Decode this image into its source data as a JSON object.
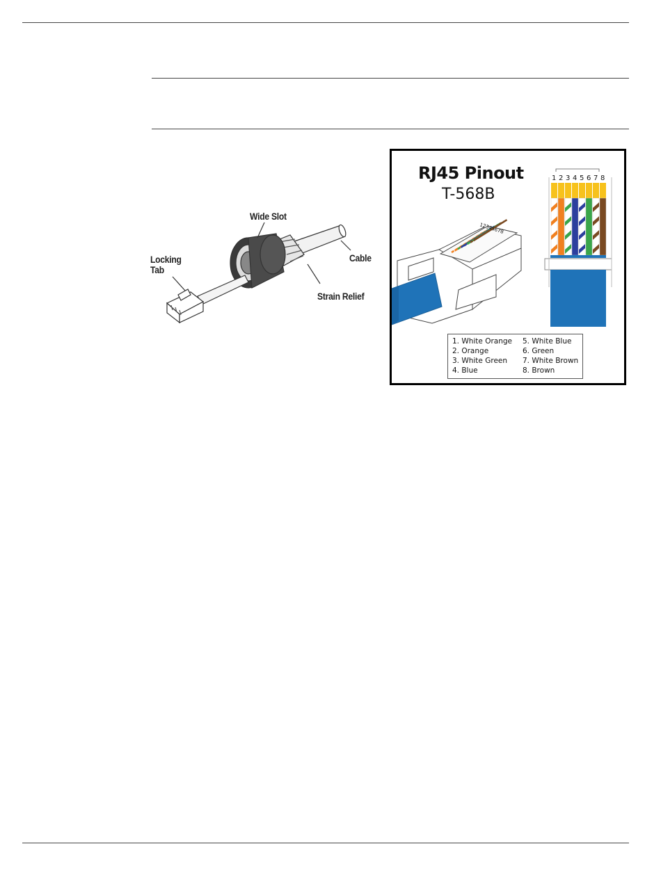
{
  "connector_figure": {
    "callouts": {
      "wide_slot": "Wide Slot",
      "locking_tab": "Locking\nTab",
      "cable": "Cable",
      "strain_relief": "Strain Relief"
    }
  },
  "pinout": {
    "title": "RJ45 Pinout",
    "subtitle": "T-568B",
    "pin_numbers": [
      "1",
      "2",
      "3",
      "4",
      "5",
      "6",
      "7",
      "8"
    ],
    "plug_pin_numbers": "12345678",
    "legend": [
      "1. White Orange",
      "2. Orange",
      "3. White Green",
      "4. Blue",
      "5. White Blue",
      "6. Green",
      "7. White Brown",
      "8. Brown"
    ],
    "colors": {
      "orange": "#f08020",
      "green": "#3aa54a",
      "blue": "#2c3f9e",
      "brown": "#7a4a22",
      "cable_blue": "#1f73b8",
      "pin_gold": "#f7c21c"
    }
  }
}
